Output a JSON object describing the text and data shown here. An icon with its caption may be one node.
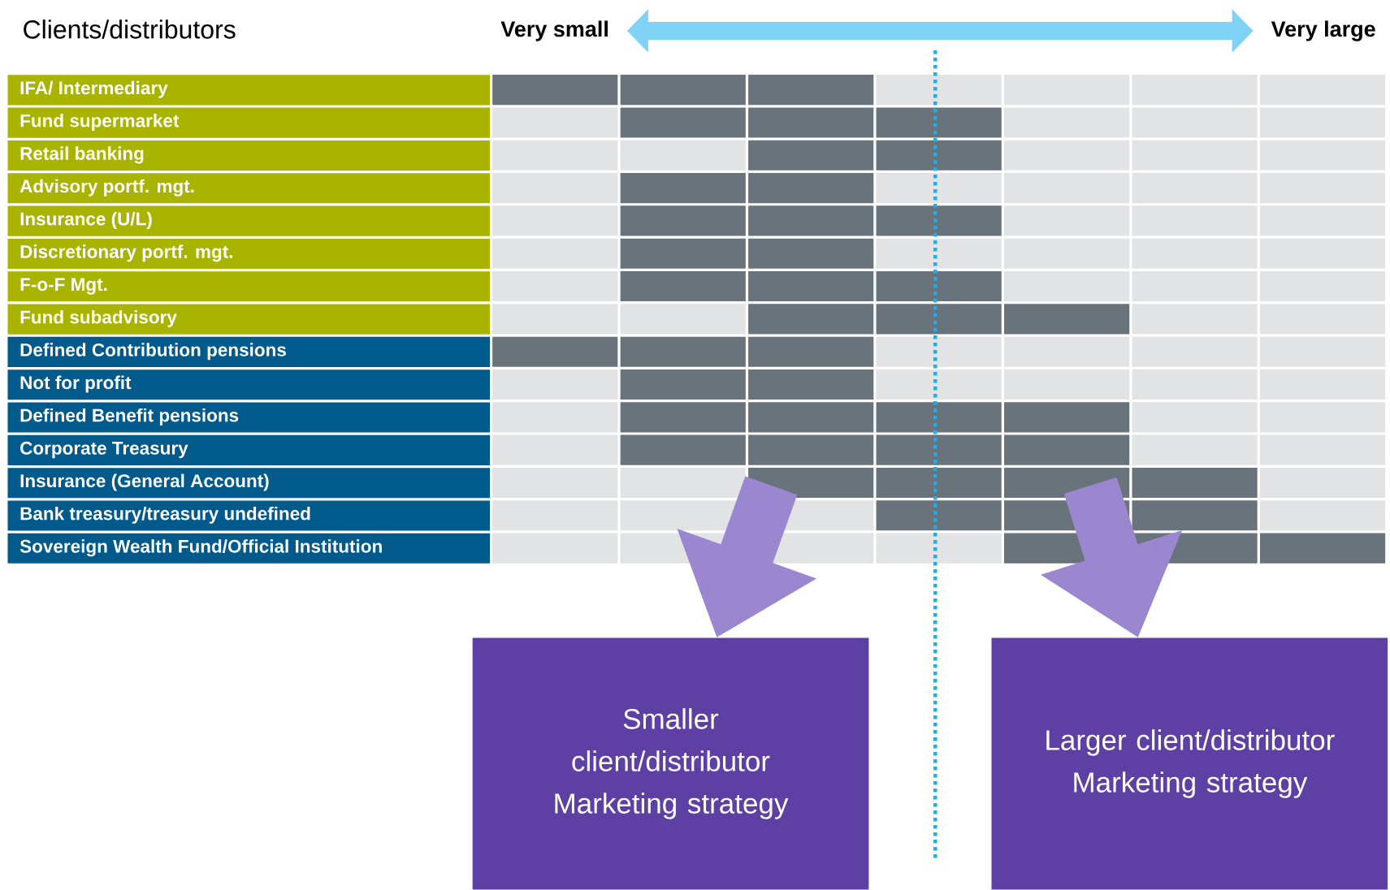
{
  "diagram": {
    "nodes": [
      {
        "text": [
          "Very small"
        ]
      },
      {
        "text": [
          "Very large"
        ]
      },
      {
        "text": [
          "IFA/ Intermediary"
        ]
      },
      {
        "text": [
          "Fund supermarket"
        ]
      },
      {
        "text": [
          "Retail banking"
        ]
      },
      {
        "text": [
          "Advisory portf. mgt."
        ]
      },
      {
        "text": [
          "Insurance (U/L)"
        ]
      },
      {
        "text": [
          "Discretionary portf. mgt."
        ]
      },
      {
        "text": [
          "F-o-F Mgt."
        ]
      },
      {
        "text": [
          "Fund subadvisory"
        ]
      },
      {
        "text": [
          "Defined Contribution pensions"
        ]
      },
      {
        "text": [
          "Not for profit"
        ]
      },
      {
        "text": [
          "Defined Benefit pensions"
        ]
      },
      {
        "text": [
          "Corporate Treasury"
        ]
      },
      {
        "text": [
          "Insurance (General Account)"
        ]
      },
      {
        "text": [
          "Bank treasury/treasury undefined"
        ]
      },
      {
        "text": [
          "Sovereign Wealth Fund/Official Institution"
        ]
      },
      {
        "text": [
          "Smaller client/distributor Marketing strategy"
        ]
      },
      {
        "text": [
          "Larger client/distributor Marketing strategy"
        ]
      }
    ],
    "edges": [
      {
        "from": 0,
        "to": 1,
        "arrow": "both",
        "color": "#7fd3f7"
      },
      {
        "from": null,
        "to": 17,
        "arrow": "to"
      },
      {
        "from": null,
        "to": 18,
        "arrow": "to"
      }
    ],
    "labels": [
      "Clients/distributors"
    ]
  }
}
